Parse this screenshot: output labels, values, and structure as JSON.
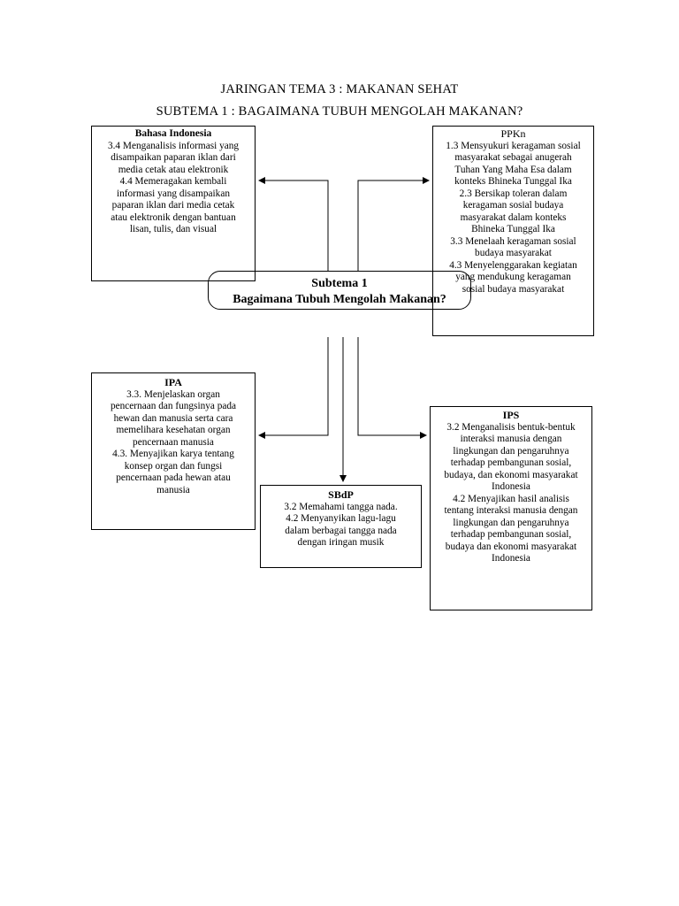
{
  "title": "JARINGAN TEMA 3 :  MAKANAN SEHAT",
  "subtitle": "SUBTEMA 1 :  BAGAIMANA TUBUH MENGOLAH MAKANAN?",
  "center": {
    "line1": "Subtema 1",
    "line2": "Bagaimana Tubuh Mengolah Makanan?"
  },
  "boxes": {
    "bahasa_indonesia": {
      "heading": "Bahasa Indonesia",
      "lines": [
        "3.4 Menganalisis informasi yang",
        "disampaikan paparan iklan dari",
        "media cetak atau elektronik",
        "4.4 Memeragakan kembali",
        "informasi yang disampaikan",
        "paparan iklan dari media cetak",
        "atau elektronik dengan bantuan",
        "lisan, tulis, dan visual"
      ]
    },
    "ppkn": {
      "heading": "PPKn",
      "lines": [
        "1.3 Mensyukuri keragaman sosial",
        "masyarakat sebagai anugerah",
        "Tuhan Yang Maha Esa dalam",
        "konteks Bhineka Tunggal Ika",
        "2.3 Bersikap toleran dalam",
        "keragaman sosial budaya",
        "masyarakat dalam konteks",
        "Bhineka Tunggal Ika",
        "3.3 Menelaah keragaman sosial",
        "budaya masyarakat",
        "4.3 Menyelenggarakan kegiatan",
        "yang mendukung keragaman",
        "sosial budaya masyarakat"
      ]
    },
    "ipa": {
      "heading": "IPA",
      "lines": [
        "3.3. Menjelaskan organ",
        "pencernaan dan fungsinya pada",
        "hewan dan manusia serta cara",
        "memelihara kesehatan organ",
        "pencernaan manusia",
        "4.3. Menyajikan karya tentang",
        "konsep organ dan fungsi",
        "pencernaan pada hewan atau",
        "manusia"
      ]
    },
    "ips": {
      "heading": "IPS",
      "lines": [
        "3.2 Menganalisis bentuk-bentuk",
        "interaksi manusia dengan",
        "lingkungan dan pengaruhnya",
        "terhadap pembangunan sosial,",
        "budaya, dan ekonomi masyarakat",
        "Indonesia",
        "4.2 Menyajikan hasil analisis",
        "tentang interaksi manusia dengan",
        "lingkungan dan pengaruhnya",
        "terhadap pembangunan sosial,",
        "budaya dan ekonomi masyarakat",
        "Indonesia"
      ]
    },
    "sbdp": {
      "heading": "SBdP",
      "lines": [
        "3.2 Memahami tangga nada.",
        "4.2 Menyanyikan lagu-lagu",
        "dalam berbagai tangga nada",
        "dengan iringan musik"
      ]
    }
  }
}
